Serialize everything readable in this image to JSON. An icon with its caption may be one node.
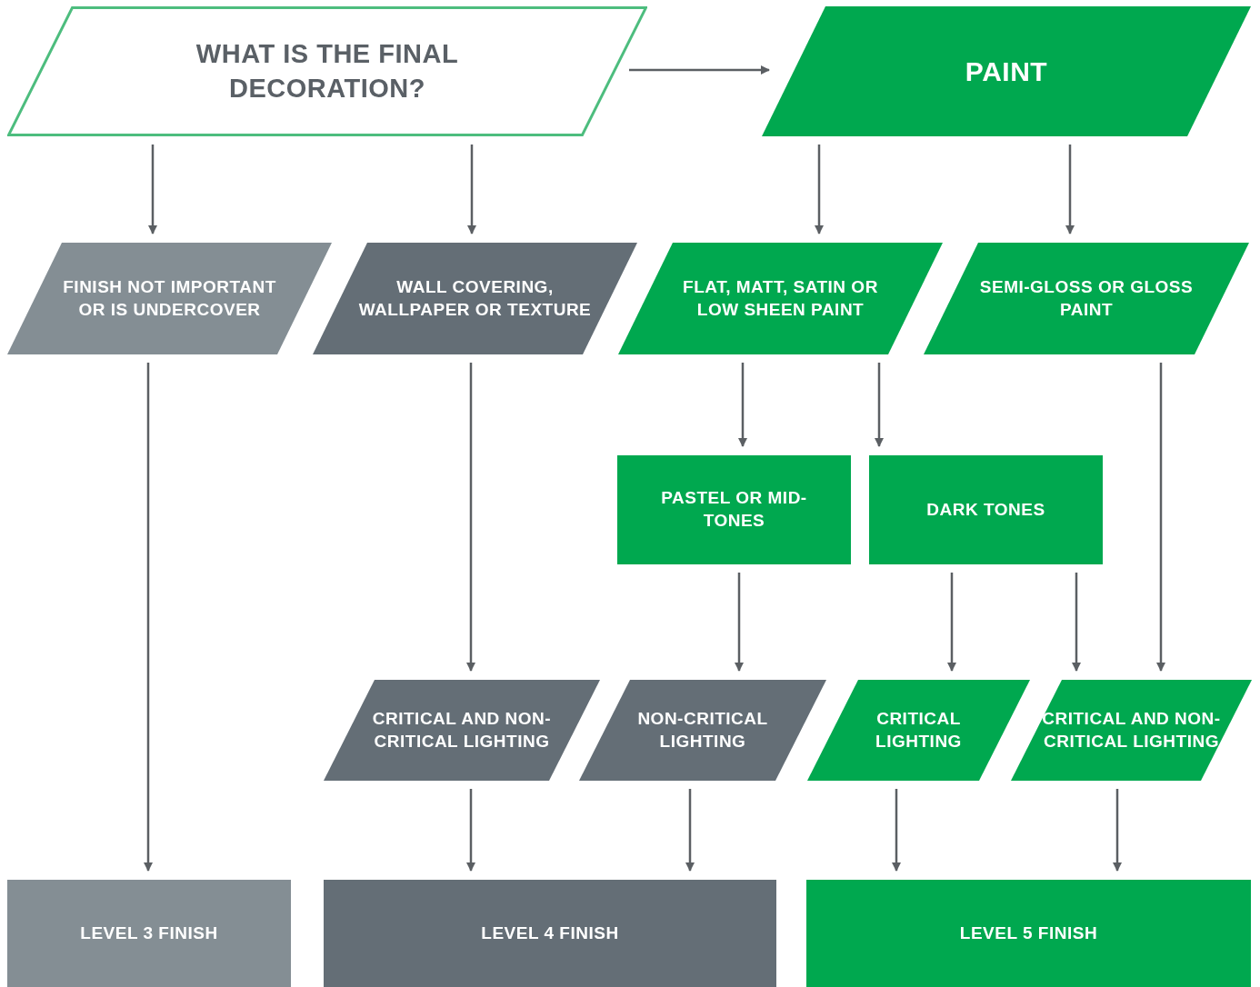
{
  "diagram": {
    "nodes": [
      {
        "text": [
          "WHAT IS THE FINAL DECORATION?"
        ]
      },
      {
        "text": [
          "PAINT"
        ]
      },
      {
        "text": [
          "FINISH NOT IMPORTANT OR IS UNDERCOVER"
        ]
      },
      {
        "text": [
          "WALL COVERING, WALLPAPER OR TEXTURE"
        ]
      },
      {
        "text": [
          "FLAT, MATT, SATIN OR LOW SHEEN PAINT"
        ]
      },
      {
        "text": [
          "SEMI-GLOSS OR GLOSS PAINT"
        ]
      },
      {
        "text": [
          "PASTEL OR MID-TONES"
        ]
      },
      {
        "text": [
          "DARK TONES"
        ]
      },
      {
        "text": [
          "CRITICAL AND NON-CRITICAL LIGHTING"
        ]
      },
      {
        "text": [
          "NON-CRITICAL LIGHTING"
        ]
      },
      {
        "text": [
          "CRITICAL LIGHTING"
        ]
      },
      {
        "text": [
          "CRITICAL AND NON-CRITICAL LIGHTING"
        ]
      },
      {
        "text": [
          "LEVEL 3 FINISH"
        ]
      },
      {
        "text": [
          "LEVEL 4 FINISH"
        ]
      },
      {
        "text": [
          "LEVEL 5 FINISH"
        ]
      }
    ],
    "edges": [
      {
        "from": 0,
        "to": 1,
        "arrow": "to"
      },
      {
        "from": 0,
        "to": 2,
        "arrow": "to"
      },
      {
        "from": 0,
        "to": 3,
        "arrow": "to"
      },
      {
        "from": 1,
        "to": 4,
        "arrow": "to"
      },
      {
        "from": 1,
        "to": 5,
        "arrow": "to"
      },
      {
        "from": 2,
        "to": 12,
        "arrow": "to"
      },
      {
        "from": 3,
        "to": 8,
        "arrow": "to"
      },
      {
        "from": 4,
        "to": 6,
        "arrow": "to"
      },
      {
        "from": 4,
        "to": 7,
        "arrow": "to"
      },
      {
        "from": 5,
        "to": 11,
        "arrow": "to"
      },
      {
        "from": 6,
        "to": 9,
        "arrow": "to"
      },
      {
        "from": 7,
        "to": 10,
        "arrow": "to"
      },
      {
        "from": 7,
        "to": 11,
        "arrow": "to"
      },
      {
        "from": 8,
        "to": 13,
        "arrow": "to"
      },
      {
        "from": 9,
        "to": 13,
        "arrow": "to"
      },
      {
        "from": 10,
        "to": 14,
        "arrow": "to"
      },
      {
        "from": 11,
        "to": 14,
        "arrow": "to"
      }
    ]
  }
}
